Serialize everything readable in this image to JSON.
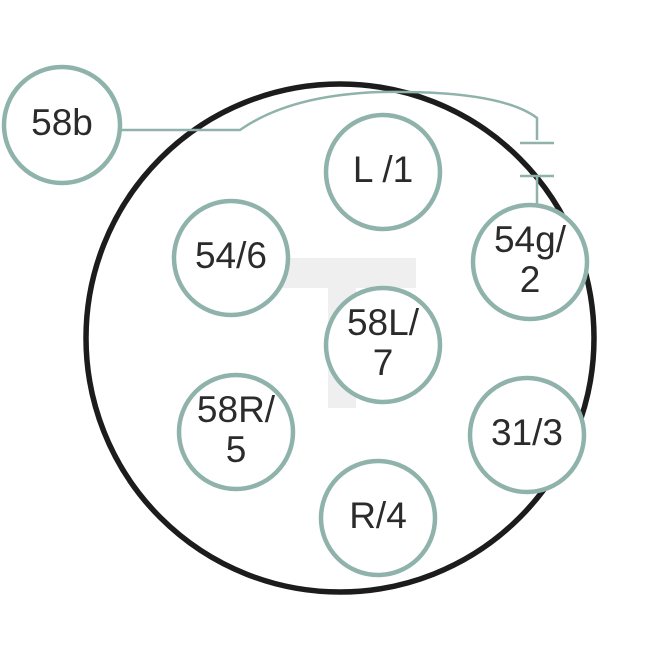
{
  "pins": {
    "p58b": {
      "label_lines": [
        "58b"
      ]
    },
    "pL1": {
      "label_lines": [
        "L /1"
      ]
    },
    "p54_6": {
      "label_lines": [
        "54/6"
      ]
    },
    "p54g2": {
      "label_lines": [
        "54g/",
        "2"
      ]
    },
    "p58L7": {
      "label_lines": [
        "58L/",
        "7"
      ]
    },
    "p58R5": {
      "label_lines": [
        "58R/",
        "5"
      ]
    },
    "p31_3": {
      "label_lines": [
        "31/3"
      ]
    },
    "pR4": {
      "label_lines": [
        "R/4"
      ]
    }
  },
  "colors": {
    "pin_stroke": "#8fb3ab",
    "socket_stroke": "#1c1c1c",
    "text": "#2b2b2b",
    "watermark": "#efefef"
  }
}
